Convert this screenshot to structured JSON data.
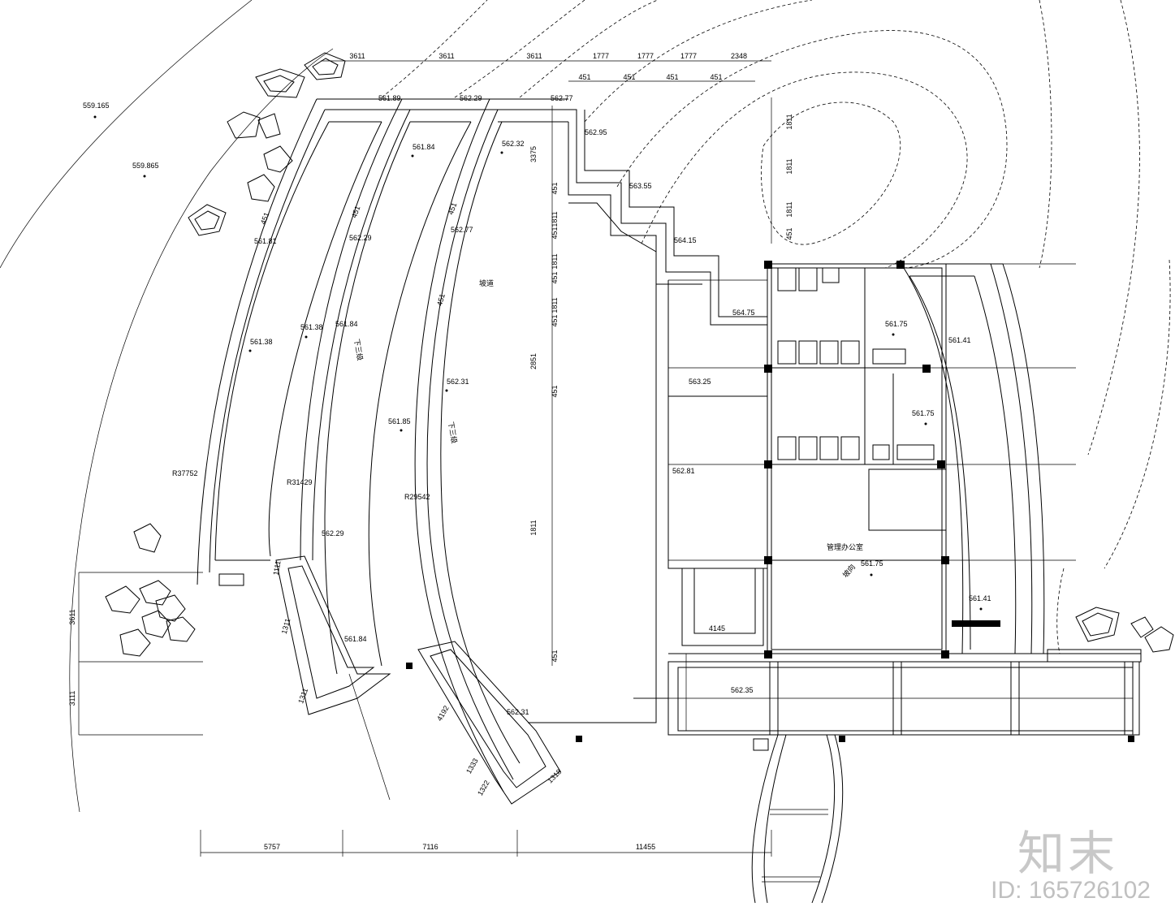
{
  "drawing": {
    "top_dimensions": [
      "3611",
      "3611",
      "3611",
      "1777",
      "1777",
      "1777",
      "2348"
    ],
    "stair_dims": [
      "451",
      "451",
      "451",
      "451"
    ],
    "right_vertical_dims": [
      "1811",
      "1811",
      "1811",
      "451"
    ],
    "ramp_vertical_dims": [
      "3375",
      "451",
      "1811",
      "451",
      "1811",
      "451",
      "1811",
      "451",
      "2851",
      "451",
      "1811",
      "451"
    ],
    "left_vertical_dims": [
      "3611",
      "3111"
    ],
    "bottom_dimensions": [
      "5757",
      "7116",
      "11455"
    ],
    "contour_levels": [
      "559.165",
      "559.865"
    ],
    "spot_levels": [
      "561.89",
      "562.29",
      "562.77",
      "562.95",
      "563.55",
      "564.15",
      "564.75",
      "561.84",
      "562.32",
      "561.81",
      "562.29",
      "562.77",
      "561.38",
      "561.38",
      "561.84",
      "562.31",
      "561.85",
      "562.29",
      "561.84",
      "562.31",
      "563.25",
      "562.81",
      "561.75",
      "561.41",
      "561.75",
      "561.75",
      "561.41",
      "562.35"
    ],
    "radii": [
      "R37752",
      "R31429",
      "R29542"
    ],
    "small_dims": [
      "451",
      "451",
      "1111",
      "1311",
      "1311",
      "451",
      "451",
      "4192",
      "1333",
      "1322",
      "1318",
      "4145"
    ],
    "room_label": "管理办公室",
    "ramp_label": "坡道",
    "ramp_note_1": "下三级",
    "ramp_note_2": "下三级",
    "slope_note": "坡向"
  },
  "watermark": {
    "logo": "知末",
    "id_text": "ID: 165726102"
  }
}
